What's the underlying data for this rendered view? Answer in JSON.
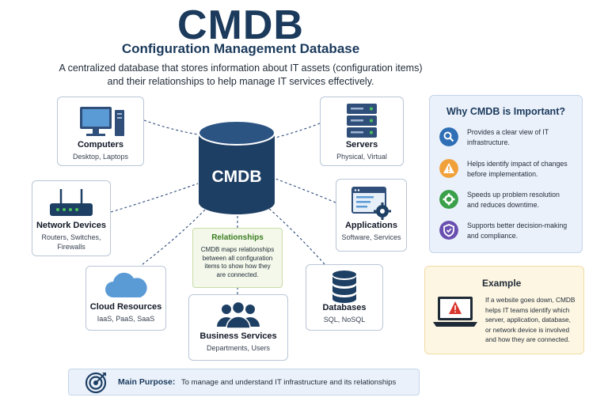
{
  "header": {
    "title": "CMDB",
    "subtitle": "Configuration Management Database",
    "description_line1": "A centralized database that stores information about IT assets (configuration items)",
    "description_line2": "and their relationships to help manage IT services effectively."
  },
  "hub": {
    "label": "CMDB"
  },
  "nodes": {
    "computers": {
      "name": "Computers",
      "detail": "Desktop, Laptops",
      "icon": "computer-icon"
    },
    "network": {
      "name": "Network Devices",
      "detail_line1": "Routers, Switches,",
      "detail_line2": "Firewalls",
      "icon": "router-icon"
    },
    "cloud": {
      "name": "Cloud Resources",
      "detail": "IaaS, PaaS, SaaS",
      "icon": "cloud-icon"
    },
    "business": {
      "name": "Business Services",
      "detail": "Departments, Users",
      "icon": "people-icon"
    },
    "databases": {
      "name": "Databases",
      "detail": "SQL, NoSQL",
      "icon": "database-icon"
    },
    "applications": {
      "name": "Applications",
      "detail": "Software, Services",
      "icon": "app-window-icon"
    },
    "servers": {
      "name": "Servers",
      "detail": "Physical, Virtual",
      "icon": "server-icon"
    }
  },
  "relationships": {
    "title": "Relationships",
    "line1": "CMDB maps relationships",
    "line2": "between all configuration",
    "line3": "items to show how they",
    "line4": "are connected."
  },
  "why": {
    "title": "Why CMDB is Important?",
    "items": [
      {
        "line1": "Provides a clear view of IT",
        "line2": "infrastructure.",
        "icon": "search-icon",
        "color": "#2f6fb5"
      },
      {
        "line1": "Helps identify impact of changes",
        "line2": "before implementation.",
        "icon": "warning-icon",
        "color": "#f0a13a"
      },
      {
        "line1": "Speeds up problem resolution",
        "line2": "and reduces downtime.",
        "icon": "gear-icon",
        "color": "#3aa04a"
      },
      {
        "line1": "Supports better decision-making",
        "line2": "and compliance.",
        "icon": "shield-icon",
        "color": "#6a4fb0"
      }
    ]
  },
  "example": {
    "title": "Example",
    "line1": "If a website goes down, CMDB",
    "line2": "helps IT teams identify which",
    "line3": "server, application, database,",
    "line4": "or network device is involved",
    "line5": "and how they are connected.",
    "icon": "laptop-alert-icon"
  },
  "purpose": {
    "label": "Main Purpose:",
    "text": "To manage and understand IT infrastructure and its relationships",
    "icon": "target-icon"
  },
  "colors": {
    "navy": "#1b3a5c",
    "db_blue": "#1e3f64",
    "accent_blue": "#2f6fb5",
    "green": "#3c7d22"
  }
}
